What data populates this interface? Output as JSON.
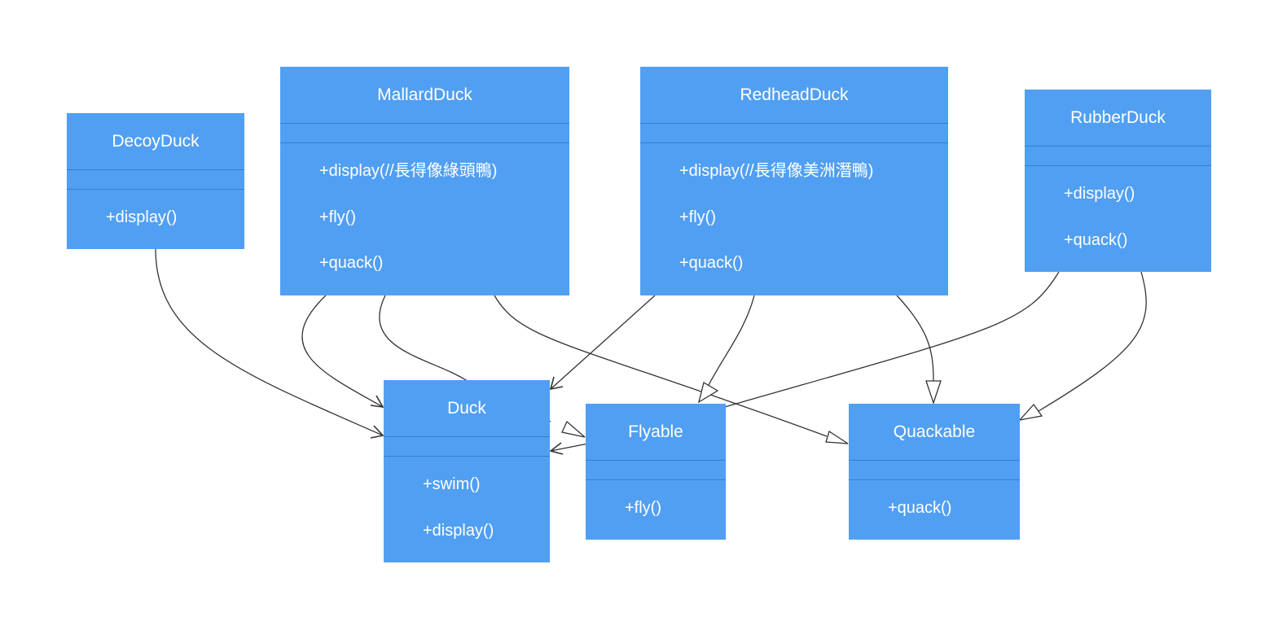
{
  "classes": {
    "decoy": {
      "name": "DecoyDuck",
      "methods": [
        "+display()"
      ]
    },
    "mallard": {
      "name": "MallardDuck",
      "methods": [
        "+display(//長得像綠頭鴨)",
        "+fly()",
        "+quack()"
      ]
    },
    "redhead": {
      "name": "RedheadDuck",
      "methods": [
        "+display(//長得像美洲潛鴨)",
        "+fly()",
        "+quack()"
      ]
    },
    "rubber": {
      "name": "RubberDuck",
      "methods": [
        "+display()",
        "+quack()"
      ]
    },
    "duck": {
      "name": "Duck",
      "methods": [
        "+swim()",
        "+display()"
      ]
    },
    "flyable": {
      "name": "Flyable",
      "methods": [
        "+fly()"
      ]
    },
    "quackable": {
      "name": "Quackable",
      "methods": [
        "+quack()"
      ]
    }
  },
  "relationships": [
    {
      "from": "DecoyDuck",
      "to": "Duck",
      "kind": "association"
    },
    {
      "from": "MallardDuck",
      "to": "Duck",
      "kind": "association"
    },
    {
      "from": "MallardDuck",
      "to": "Flyable",
      "kind": "realization"
    },
    {
      "from": "MallardDuck",
      "to": "Quackable",
      "kind": "realization"
    },
    {
      "from": "RedheadDuck",
      "to": "Duck",
      "kind": "association"
    },
    {
      "from": "RedheadDuck",
      "to": "Flyable",
      "kind": "realization"
    },
    {
      "from": "RedheadDuck",
      "to": "Quackable",
      "kind": "realization"
    },
    {
      "from": "RubberDuck",
      "to": "Duck",
      "kind": "association"
    },
    {
      "from": "RubberDuck",
      "to": "Quackable",
      "kind": "realization"
    }
  ],
  "colors": {
    "class_fill": "#519ff2",
    "class_divider": "#2f7fd3",
    "text": "#ffffff",
    "edge": "#333333"
  }
}
